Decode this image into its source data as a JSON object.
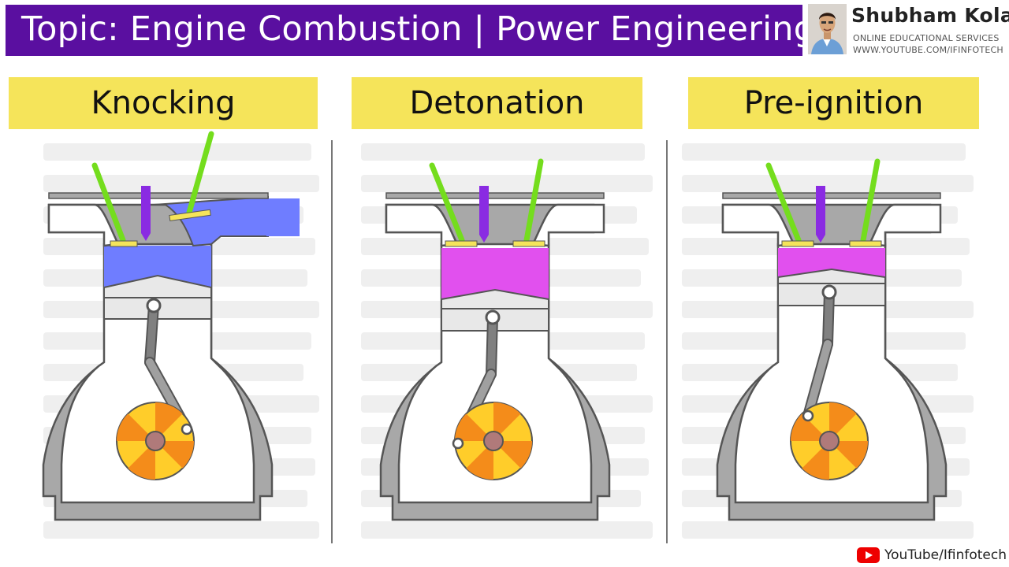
{
  "header": {
    "title": "Topic: Engine Combustion | Power Engineering"
  },
  "brand": {
    "name": "Shubham Kola",
    "tagline": "ONLINE EDUCATIONAL SERVICES",
    "url": "WWW.YOUTUBE.COM/IFINFOTECH"
  },
  "panels": [
    {
      "label": "Knocking",
      "gas_color": "#6f7dff"
    },
    {
      "label": "Detonation",
      "gas_color": "#e150ee"
    },
    {
      "label": "Pre-ignition",
      "gas_color": "#e150ee"
    }
  ],
  "colors": {
    "banner": "#5a0fa0",
    "label_box": "#f5e45a",
    "engine_gray": "#a8a8a8",
    "valve_green": "#74dd1d",
    "spark_plug": "#8a2be2",
    "crank_orange": "#f48c1a",
    "crank_yellow": "#ffcd2a"
  },
  "footer": {
    "icon": "youtube-icon",
    "text": "YouTube/Ifinfotech"
  }
}
